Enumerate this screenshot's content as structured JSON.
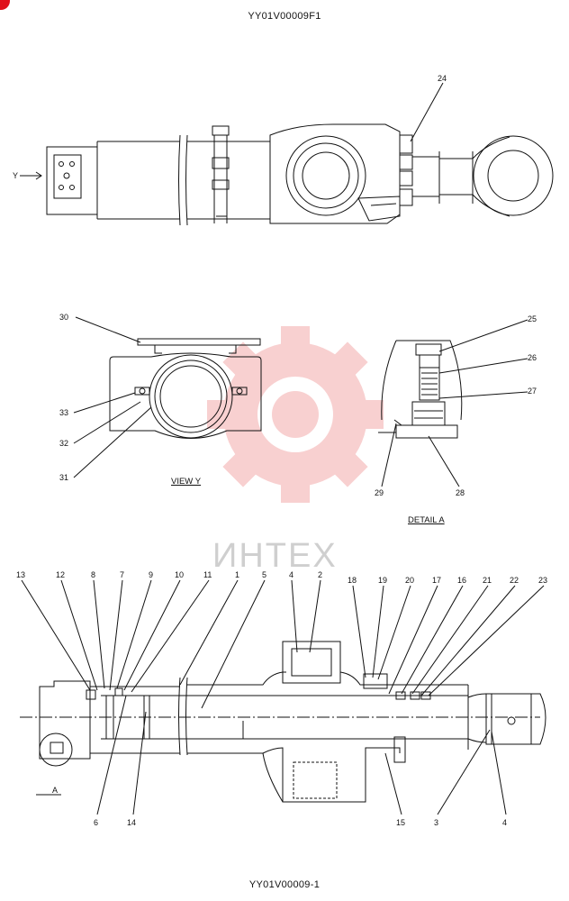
{
  "header": {
    "code": "YY01V00009F1"
  },
  "footer": {
    "code": "YY01V00009-1"
  },
  "watermark": {
    "text": "ИНТЕХ"
  },
  "top_view": {
    "arrow_label": "Y",
    "callouts": [
      "24"
    ]
  },
  "view_y": {
    "title": "VIEW  Y",
    "callouts": [
      "30",
      "33",
      "32",
      "31"
    ]
  },
  "detail_a": {
    "title": "DETAIL  A",
    "callouts": [
      "25",
      "26",
      "27",
      "29",
      "28"
    ]
  },
  "section": {
    "marker": "A",
    "top_callouts": [
      "13",
      "12",
      "8",
      "7",
      "9",
      "10",
      "11",
      "1",
      "5",
      "4",
      "2",
      "18",
      "19",
      "20",
      "17",
      "16",
      "21",
      "22",
      "23"
    ],
    "bottom_callouts": [
      "6",
      "14",
      "15",
      "3",
      "4"
    ]
  }
}
